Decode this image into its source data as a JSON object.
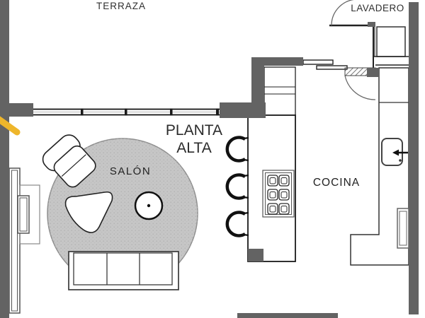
{
  "plan": {
    "title_line1": "PLANTA",
    "title_line2": "ALTA",
    "rooms": {
      "terraza": "TERRAZA",
      "lavadero": "LAVADERO",
      "salon": "SALÓN",
      "cocina": "COCINA"
    },
    "colors": {
      "wall": "#636363",
      "rug": "#c6c6c6",
      "line": "#1a1a1a",
      "highlight": "#eeb62b",
      "background": "#ffffff"
    },
    "furniture": {
      "salon": [
        "round-rug",
        "armchair",
        "organic-coffee-table",
        "round-side-table",
        "sofa-three-seat"
      ],
      "cocina": [
        "kitchen-island",
        "stove-six-burner",
        "bar-stool",
        "bar-stool",
        "bar-stool",
        "l-shaped-counter",
        "sink-with-faucet",
        "upper-cabinets"
      ],
      "lavadero": [
        "washing-machine",
        "door-swing"
      ],
      "left_wall": [
        "console-shelf"
      ]
    }
  }
}
